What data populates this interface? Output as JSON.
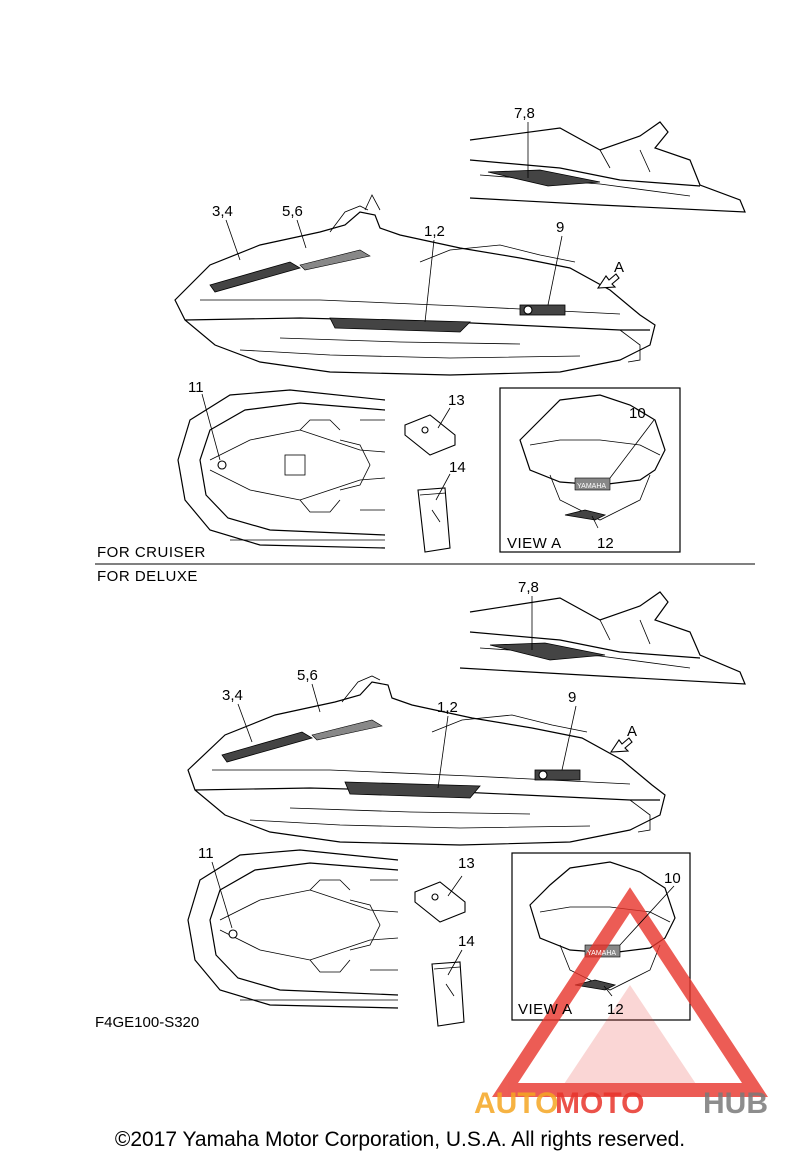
{
  "sections": {
    "cruiser_label": "FOR CRUISER",
    "deluxe_label": "FOR DELUXE"
  },
  "view_label": "VIEW A",
  "arrow_label": "A",
  "callouts": {
    "c1_2": "1,2",
    "c3_4": "3,4",
    "c5_6": "5,6",
    "c7_8": "7,8",
    "c9": "9",
    "c10": "10",
    "c11": "11",
    "c12": "12",
    "c13": "13",
    "c14": "14"
  },
  "decal_texts": {
    "yamaha": "YAMAHA"
  },
  "figure_code": "F4GE100-S320",
  "watermark": {
    "auto": "AUTO",
    "moto": "MOTO",
    "hub": "HUB",
    "colors": {
      "triangle": "#e8342b",
      "auto": "#f5a623",
      "moto": "#e8342b",
      "hub": "#7a7a7a"
    }
  },
  "copyright": "©2017 Yamaha Motor Corporation, U.S.A. All rights reserved."
}
